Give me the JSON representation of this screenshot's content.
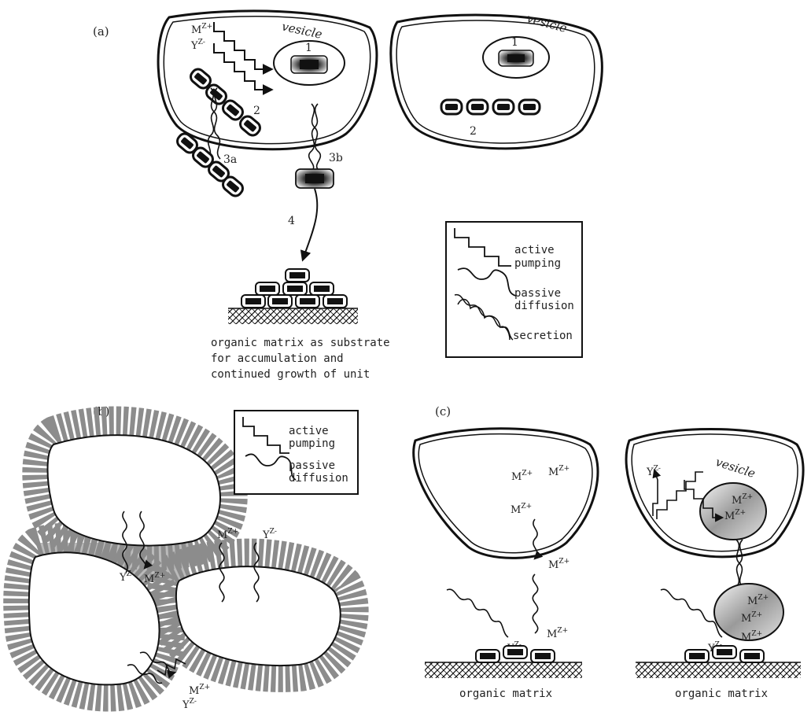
{
  "panel_a": {
    "label": "(a)",
    "cell_left": {
      "vesicle_label": "vesicle",
      "ion_m": "M",
      "ion_m_charge": "Z+",
      "ion_y": "Y",
      "ion_y_charge": "Z-",
      "num_1": "1",
      "num_2": "2"
    },
    "cell_right": {
      "vesicle_label": "vesicle",
      "num_1": "1",
      "num_2": "2"
    },
    "step_3a": "3a",
    "step_3b": "3b",
    "step_4": "4",
    "caption_lines": [
      "organic matrix as substrate",
      "for accumulation and",
      "continued growth of unit"
    ],
    "legend": {
      "active_1": "active",
      "active_2": "pumping",
      "passive_1": "passive",
      "passive_2": "diffusion",
      "secretion": "secretion"
    }
  },
  "panel_b": {
    "label": "(b)",
    "legend": {
      "active_1": "active",
      "active_2": "pumping",
      "passive_1": "passive",
      "passive_2": "diffusion"
    },
    "ion_m": "M",
    "ion_m_charge": "Z+",
    "ion_y": "Y",
    "ion_y_charge": "Z-"
  },
  "panel_c": {
    "label": "(c)",
    "ion_m": "M",
    "ion_m_charge": "Z+",
    "ion_y": "Y",
    "ion_y_charge": "Z-",
    "vesicle_label": "vesicle",
    "matrix_left": "organic matrix",
    "matrix_right": "organic matrix"
  },
  "colors": {
    "stroke": "#111111",
    "shadow": "#8c8c8c",
    "crystal_core": "#111111"
  }
}
